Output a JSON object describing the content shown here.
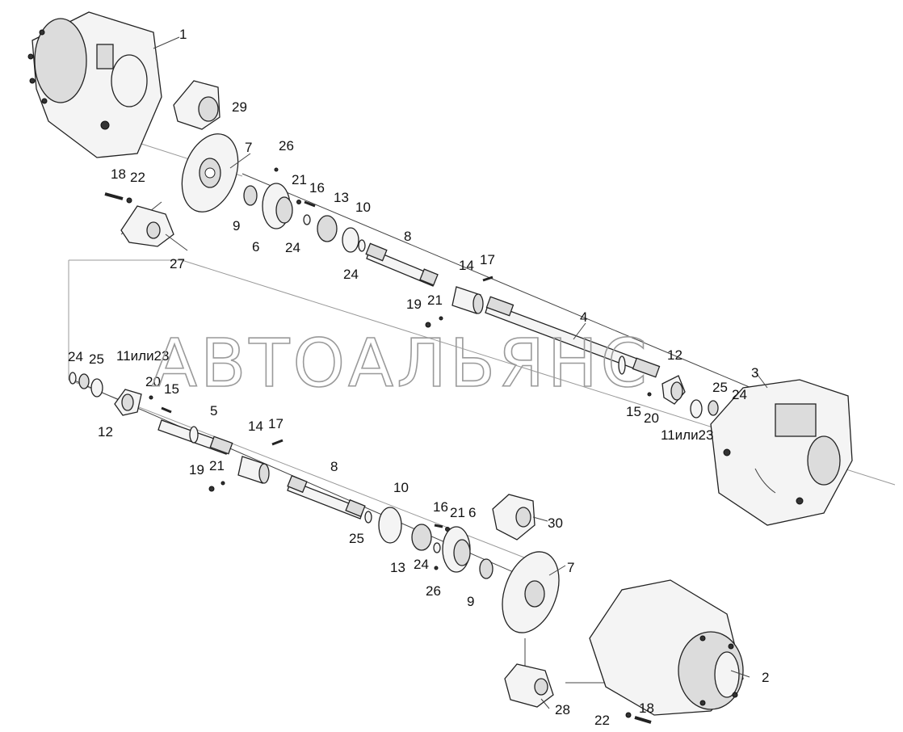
{
  "watermark": "АВТОАЛЬЯНС",
  "callouts": [
    {
      "id": "c-1",
      "text": "1"
    },
    {
      "id": "c-29",
      "text": "29"
    },
    {
      "id": "c-7a",
      "text": "7"
    },
    {
      "id": "c-26a",
      "text": "26"
    },
    {
      "id": "c-18a",
      "text": "18"
    },
    {
      "id": "c-22a",
      "text": "22"
    },
    {
      "id": "c-21a",
      "text": "21"
    },
    {
      "id": "c-16a",
      "text": "16"
    },
    {
      "id": "c-13a",
      "text": "13"
    },
    {
      "id": "c-10a",
      "text": "10"
    },
    {
      "id": "c-9a",
      "text": "9"
    },
    {
      "id": "c-6a",
      "text": "6"
    },
    {
      "id": "c-24a",
      "text": "24"
    },
    {
      "id": "c-8a",
      "text": "8"
    },
    {
      "id": "c-27",
      "text": "27"
    },
    {
      "id": "c-24b",
      "text": "24"
    },
    {
      "id": "c-14a",
      "text": "14"
    },
    {
      "id": "c-17a",
      "text": "17"
    },
    {
      "id": "c-19a",
      "text": "19"
    },
    {
      "id": "c-21b",
      "text": "21"
    },
    {
      "id": "c-4",
      "text": "4"
    },
    {
      "id": "c-24c",
      "text": "24"
    },
    {
      "id": "c-25a",
      "text": "25"
    },
    {
      "id": "c-11a",
      "text": "11или23"
    },
    {
      "id": "c-12a",
      "text": "12"
    },
    {
      "id": "c-3",
      "text": "3"
    },
    {
      "id": "c-20a",
      "text": "20"
    },
    {
      "id": "c-15a",
      "text": "15"
    },
    {
      "id": "c-25b",
      "text": "25"
    },
    {
      "id": "c-24d",
      "text": "24"
    },
    {
      "id": "c-12b",
      "text": "12"
    },
    {
      "id": "c-5",
      "text": "5"
    },
    {
      "id": "c-15b",
      "text": "15"
    },
    {
      "id": "c-20b",
      "text": "20"
    },
    {
      "id": "c-11b",
      "text": "11или23"
    },
    {
      "id": "c-14b",
      "text": "14"
    },
    {
      "id": "c-17b",
      "text": "17"
    },
    {
      "id": "c-19b",
      "text": "19"
    },
    {
      "id": "c-21c",
      "text": "21"
    },
    {
      "id": "c-8b",
      "text": "8"
    },
    {
      "id": "c-10b",
      "text": "10"
    },
    {
      "id": "c-16b",
      "text": "16"
    },
    {
      "id": "c-21d",
      "text": "21"
    },
    {
      "id": "c-6b",
      "text": "6"
    },
    {
      "id": "c-30",
      "text": "30"
    },
    {
      "id": "c-25c",
      "text": "25"
    },
    {
      "id": "c-13b",
      "text": "13"
    },
    {
      "id": "c-24e",
      "text": "24"
    },
    {
      "id": "c-26b",
      "text": "26"
    },
    {
      "id": "c-9b",
      "text": "9"
    },
    {
      "id": "c-7b",
      "text": "7"
    },
    {
      "id": "c-2",
      "text": "2"
    },
    {
      "id": "c-28",
      "text": "28"
    },
    {
      "id": "c-22b",
      "text": "22"
    },
    {
      "id": "c-18b",
      "text": "18"
    }
  ]
}
